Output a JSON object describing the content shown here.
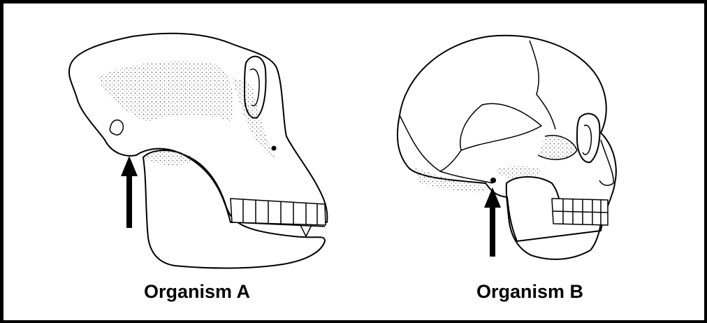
{
  "figure": {
    "organisms": [
      {
        "label": "Organism A",
        "depiction": "ape-skull-side-view"
      },
      {
        "label": "Organism B",
        "depiction": "human-skull-side-view"
      }
    ],
    "indicator_icon": "arrow-up-icon",
    "colors": {
      "ink": "#000000",
      "background": "#ffffff",
      "shading": "#555555"
    }
  }
}
